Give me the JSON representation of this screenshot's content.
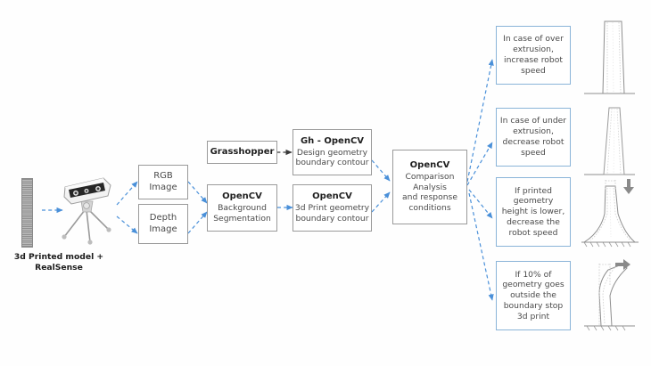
{
  "diagram": {
    "title": "3d printing monitoring and response pipeline",
    "background_color": "#ffffff",
    "accent_arrow_color": "#4a90d9",
    "dark_arrow_color": "#3a3a3a",
    "gray_border_color": "#9a9a9a",
    "blue_border_color": "#8ab4d8"
  },
  "source": {
    "caption_line1": "3d Printed model +",
    "caption_line2": "RealSense",
    "model_label": "3d-printed-model-bar",
    "camera_label": "intel-realsense-camera"
  },
  "capture_boxes": [
    {
      "id": "rgb",
      "line1": "RGB",
      "line2": "Image"
    },
    {
      "id": "depth",
      "line1": "Depth",
      "line2": "Image"
    }
  ],
  "process_boxes": [
    {
      "id": "grasshopper",
      "title": "Grasshopper",
      "lines": []
    },
    {
      "id": "gh-opencv",
      "title": "Gh - OpenCV",
      "lines": [
        "Design geometry",
        "boundary contour"
      ]
    },
    {
      "id": "opencv-background",
      "title": "OpenCV",
      "lines": [
        "Background",
        "Segmentation"
      ]
    },
    {
      "id": "opencv-3dprint",
      "title": "OpenCV",
      "lines": [
        "3d Print geometry",
        "boundary contour"
      ]
    }
  ],
  "comparison_box": {
    "id": "opencv-comparison",
    "title": "OpenCV",
    "lines": [
      "Comparison",
      "Analysis",
      "and response",
      "conditions"
    ]
  },
  "outcomes": [
    {
      "id": "over-extrusion",
      "lines": [
        "In case of over",
        "extrusion,",
        "increase  robot",
        "speed"
      ],
      "illustration": "straight-tapered-column"
    },
    {
      "id": "under-extrusion",
      "lines": [
        "In case of under",
        "extrusion,",
        "decrease robot",
        "speed"
      ],
      "illustration": "thin-narrow-column"
    },
    {
      "id": "height-lower",
      "lines": [
        "If printed",
        "geometry",
        "height is lower,",
        "decrease the",
        "robot speed"
      ],
      "illustration": "flared-base-column-down-arrow"
    },
    {
      "id": "outside-boundary",
      "lines": [
        "If 10% of",
        "geometry goes",
        "outside the",
        "boundary stop",
        "3d print"
      ],
      "illustration": "leaning-column-right-arrow"
    }
  ]
}
